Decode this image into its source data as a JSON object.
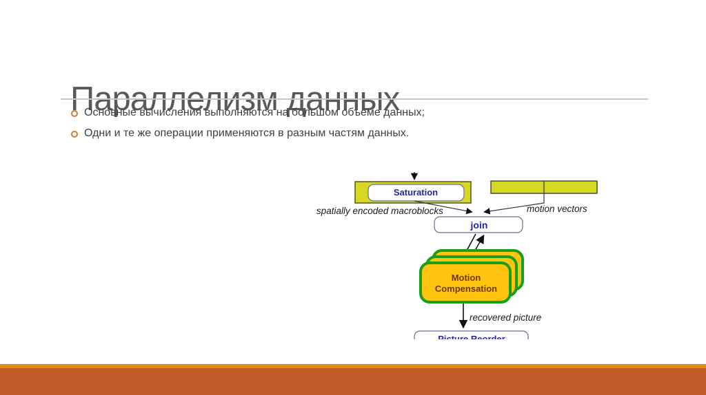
{
  "slide": {
    "title": "Параллелизм данных",
    "bullets": [
      "Основные вычисления выполняются на большом объеме данных;",
      "Одни и те же операции применяются в разным частям данных."
    ]
  },
  "diagram": {
    "saturation_label": "Saturation",
    "join_label": "join",
    "motion_label_line1": "Motion",
    "motion_label_line2": "Compensation",
    "picture_reorder_label": "Picture Reorder",
    "spatially_label": "spatially encoded macroblocks",
    "motion_vectors_label": "motion vectors",
    "recovered_label": "recovered picture"
  },
  "colors": {
    "title_gray": "#595959",
    "body_gray": "#3f3f3f",
    "bullet_ring_orange": "#c77f35",
    "box_yellow": "#d6d922",
    "box_gold": "#ffc410",
    "box_green_border": "#17a017",
    "label_navy": "#2626a3",
    "motion_text_brown": "#6f3400",
    "footer_strip_orange": "#e08c1e",
    "footer_bar_rust": "#c15a2b"
  }
}
